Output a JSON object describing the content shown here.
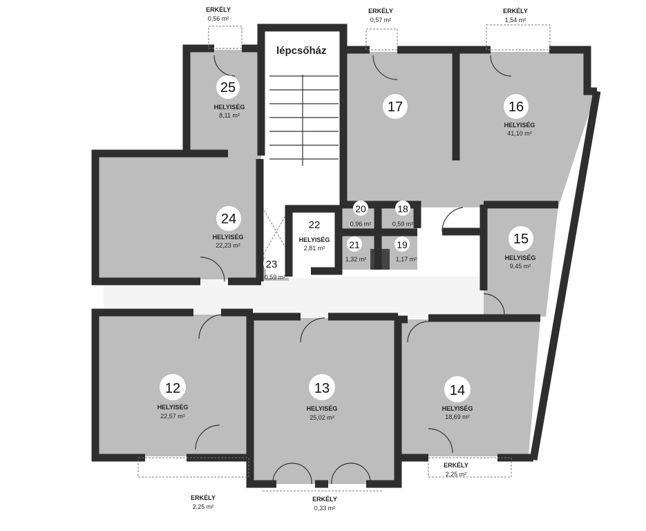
{
  "stair_label": "lépcsőház",
  "room_label": "HELYISÉG",
  "balcony_label": "ERKÉLY",
  "rooms": {
    "r25": {
      "number": "25",
      "area": "8,11 m²"
    },
    "r17": {
      "number": "17"
    },
    "r16": {
      "number": "16",
      "area": "41,10 m²"
    },
    "r24": {
      "number": "24",
      "area": "22,23 m²"
    },
    "r22": {
      "number": "22",
      "area": "2,81 m²"
    },
    "r23": {
      "number": "23",
      "area": "0,59 m²"
    },
    "r20": {
      "number": "20",
      "area": "0,96 m²"
    },
    "r18": {
      "number": "18",
      "area": "0,59 m²"
    },
    "r21": {
      "number": "21",
      "area": "1,32 m²"
    },
    "r19": {
      "number": "19",
      "area": "1,17 m²"
    },
    "r15": {
      "number": "15",
      "area": "9,45 m²"
    },
    "r12": {
      "number": "12",
      "area": "22,57 m²"
    },
    "r13": {
      "number": "13",
      "area": "25,02 m²"
    },
    "r14": {
      "number": "14",
      "area": "18,69 m²"
    }
  },
  "balconies": {
    "b25": "0,56 m²",
    "b17": "0,57 m²",
    "b16": "1,54 m²",
    "b12": "2,25 m²",
    "b13": "0,33 m²",
    "b14": "2,25 m²"
  }
}
